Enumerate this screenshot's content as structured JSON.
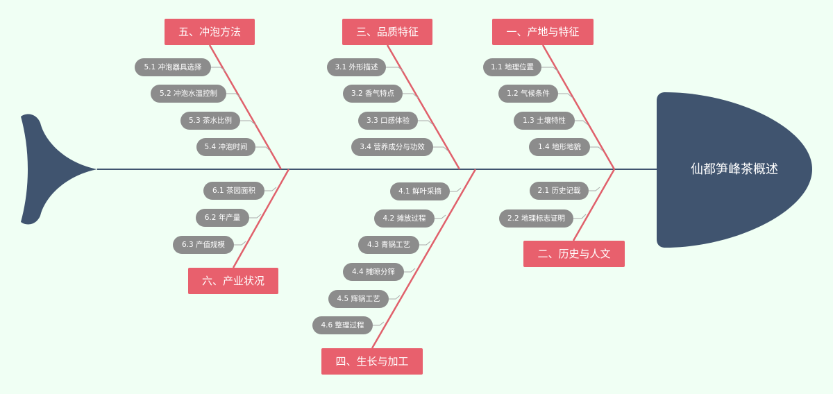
{
  "title": "仙都笋峰茶概述",
  "colors": {
    "background": "#f0fff4",
    "fish": "#40546f",
    "spine": "#40546f",
    "bone": "#e0606b",
    "category": "#e8606d",
    "pill": "#8c8c8c"
  },
  "categories": [
    {
      "label": "一、产地与特征",
      "items": [
        "1.1 地理位置",
        "1.2 气候条件",
        "1.3 土壤特性",
        "1.4 地形地貌"
      ]
    },
    {
      "label": "二、历史与人文",
      "items": [
        "2.1 历史记载",
        "2.2 地理标志证明"
      ]
    },
    {
      "label": "三、品质特征",
      "items": [
        "3.1 外形描述",
        "3.2 香气特点",
        "3.3 口感体验",
        "3.4 营养成分与功效"
      ]
    },
    {
      "label": "四、生长与加工",
      "items": [
        "4.1 鲜叶采摘",
        "4.2 摊放过程",
        "4.3 青锅工艺",
        "4.4 摊晾分筛",
        "4.5 辉锅工艺",
        "4.6 整理过程"
      ]
    },
    {
      "label": "五、冲泡方法",
      "items": [
        "5.1 冲泡器具选择",
        "5.2 冲泡水温控制",
        "5.3 茶水比例",
        "5.4 冲泡时间"
      ]
    },
    {
      "label": "六、产业状况",
      "items": [
        "6.1 茶园面积",
        "6.2 年产量",
        "6.3 产值规模"
      ]
    }
  ]
}
